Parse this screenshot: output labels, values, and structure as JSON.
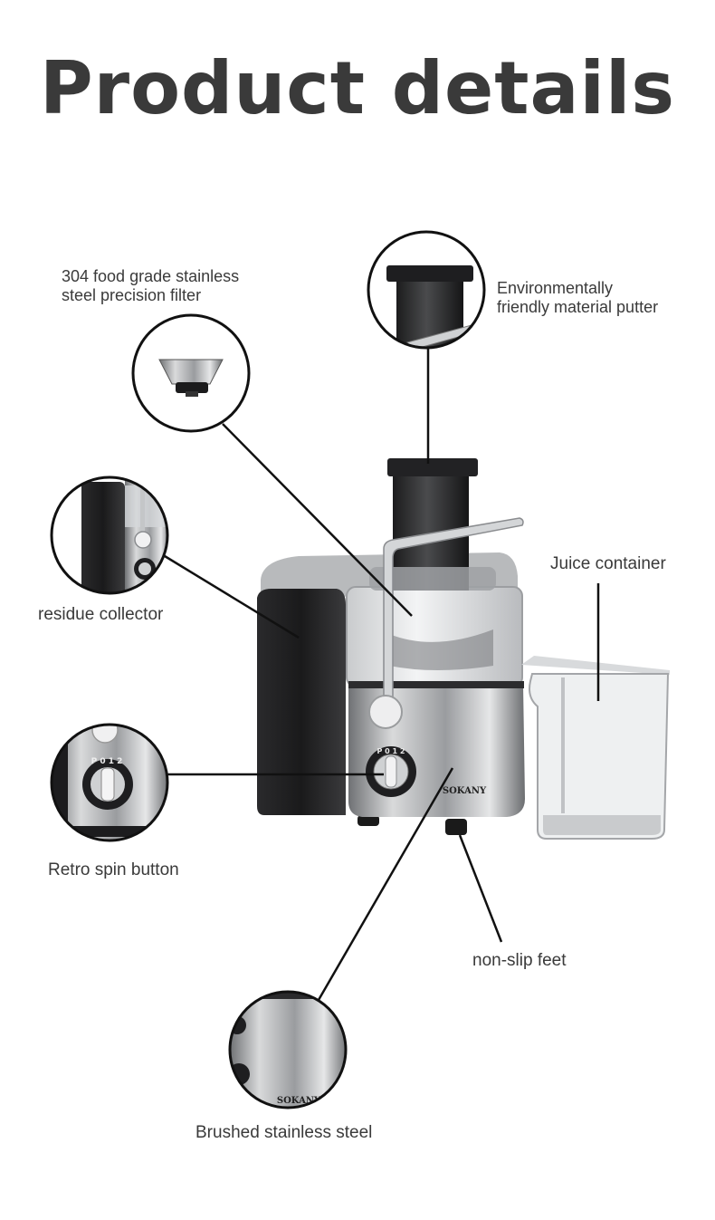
{
  "page": {
    "title": "Product details"
  },
  "features": {
    "filter": {
      "line1": "304 food grade stainless",
      "line2": "steel precision filter"
    },
    "putter": {
      "line1": "Environmentally",
      "line2": "friendly material putter"
    },
    "residue": {
      "label": "residue collector"
    },
    "container": {
      "label": "Juice container"
    },
    "button": {
      "label": "Retro spin button"
    },
    "feet": {
      "label": "non-slip feet"
    },
    "steel": {
      "label": "Brushed stainless steel"
    }
  },
  "product": {
    "brand": "SOKANY",
    "dial_marks": "P 0 1 2"
  },
  "colors": {
    "title": "#3a3a3a",
    "steel": "#a9abad",
    "black": "#1e1e20",
    "line": "#111111"
  }
}
